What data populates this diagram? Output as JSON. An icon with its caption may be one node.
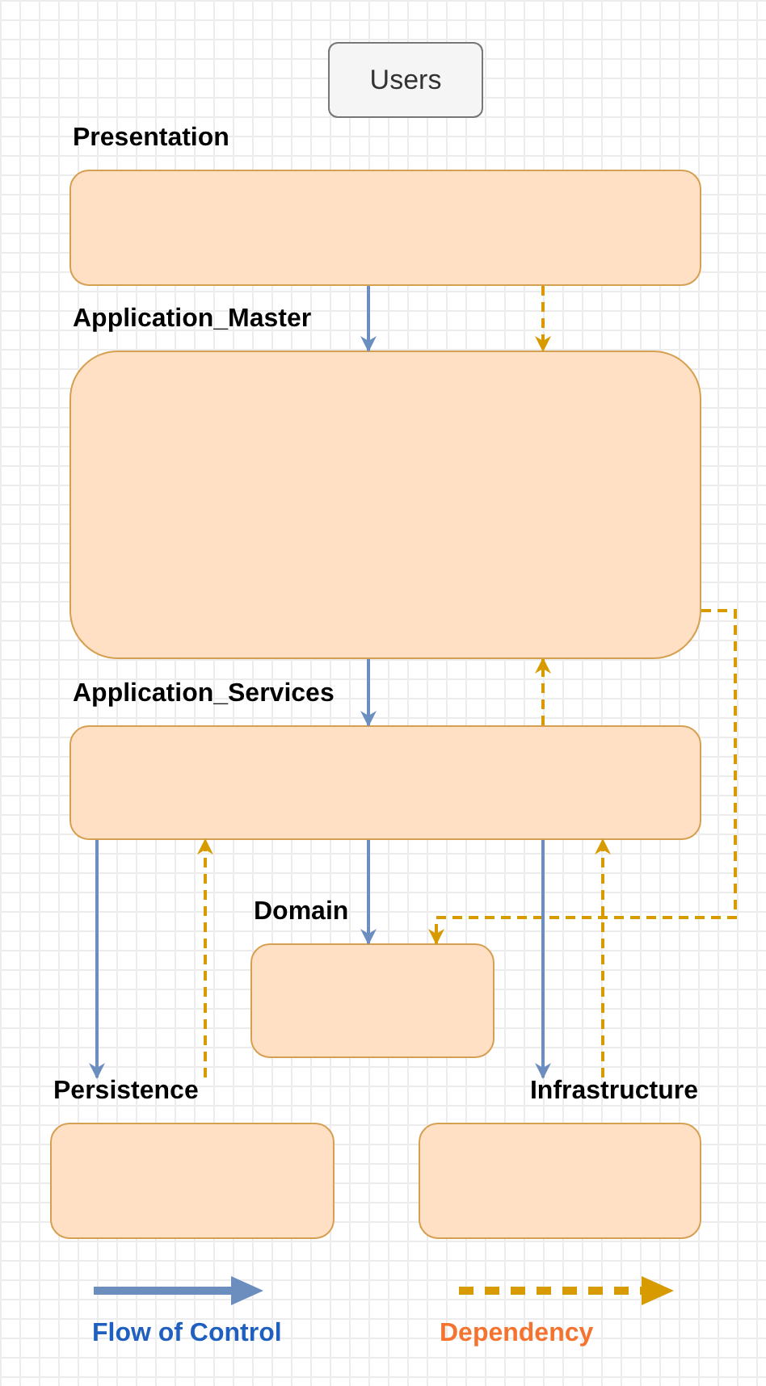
{
  "diagram": {
    "nodes": [
      {
        "text": [
          "Users"
        ]
      },
      {
        "text": [
          "Presentation"
        ]
      },
      {
        "text": [
          "Application_Master"
        ]
      },
      {
        "text": [
          "Application_Services"
        ]
      },
      {
        "text": [
          "Domain"
        ]
      },
      {
        "text": [
          "Persistence"
        ]
      },
      {
        "text": [
          "Infrastructure"
        ]
      }
    ],
    "edges": [
      {
        "from": 1,
        "to": 2,
        "arrow": "to",
        "color": "#6c8ebf"
      },
      {
        "from": 1,
        "to": 2,
        "arrow": "to",
        "style": "dashed",
        "color": "#d79b00"
      },
      {
        "from": 2,
        "to": 3,
        "arrow": "to",
        "color": "#6c8ebf"
      },
      {
        "from": 2,
        "to": 4,
        "arrow": "to",
        "style": "dashed",
        "color": "#d79b00"
      },
      {
        "from": 3,
        "to": 2,
        "arrow": "to",
        "style": "dashed",
        "color": "#d79b00"
      },
      {
        "from": 3,
        "to": 4,
        "arrow": "to",
        "color": "#6c8ebf"
      },
      {
        "from": 3,
        "to": 5,
        "arrow": "to",
        "color": "#6c8ebf"
      },
      {
        "from": 5,
        "to": 3,
        "arrow": "to",
        "style": "dashed",
        "color": "#d79b00"
      },
      {
        "from": 3,
        "to": 6,
        "arrow": "to",
        "color": "#6c8ebf"
      },
      {
        "from": 6,
        "to": 3,
        "arrow": "to",
        "style": "dashed",
        "color": "#d79b00"
      }
    ],
    "legend": [
      {
        "text": "Flow of Control"
      },
      {
        "text": "Dependency"
      }
    ]
  }
}
